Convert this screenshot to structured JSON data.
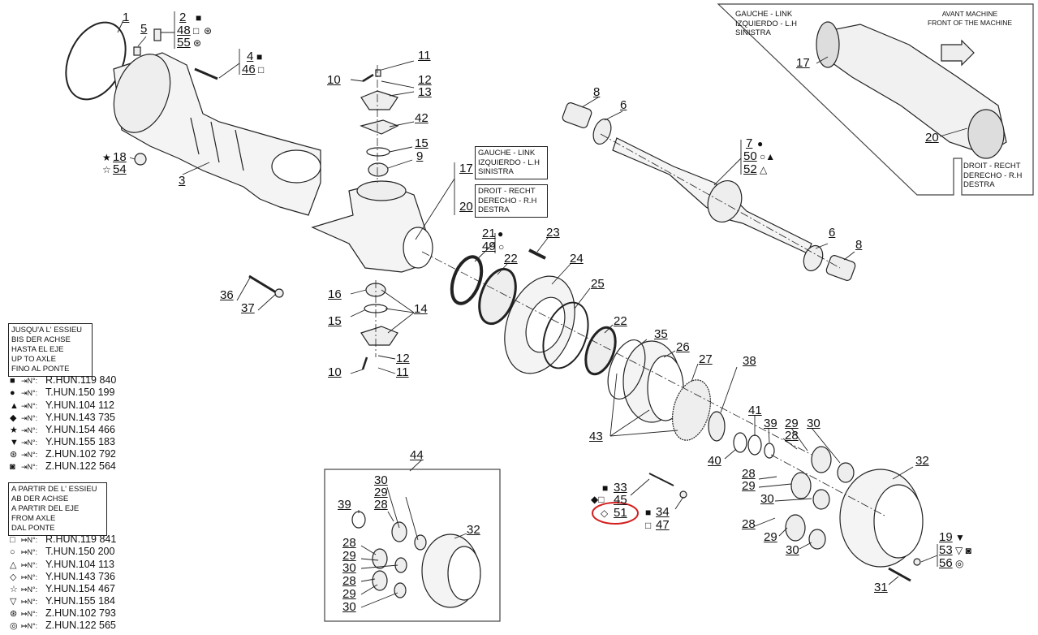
{
  "callouts": {
    "n1": "1",
    "n2": "2",
    "n48": "48",
    "n55": "55",
    "n5": "5",
    "n4": "4",
    "n46": "46",
    "n18": "18",
    "n54": "54",
    "n3": "3",
    "n11a": "11",
    "n10a": "10",
    "n12a": "12",
    "n13": "13",
    "n42": "42",
    "n15a": "15",
    "n9": "9",
    "n17a": "17",
    "n20a": "20",
    "n16": "16",
    "n15b": "15",
    "n14": "14",
    "n12b": "12",
    "n10b": "10",
    "n11b": "11",
    "n36": "36",
    "n37": "37",
    "n8a": "8",
    "n6a": "6",
    "n7": "7",
    "n50": "50",
    "n52": "52",
    "n6b": "6",
    "n8b": "8",
    "n17b": "17",
    "n20b": "20",
    "n21": "21",
    "n49": "49",
    "n23": "23",
    "n22a": "22",
    "n24": "24",
    "n25": "25",
    "n22b": "22",
    "n35": "35",
    "n26": "26",
    "n27": "27",
    "n38": "38",
    "n43": "43",
    "n41": "41",
    "n39a": "39",
    "n29a": "29",
    "n28a": "28",
    "n30a": "30",
    "n40": "40",
    "n28b": "28",
    "n29b": "29",
    "n30b": "30",
    "n28c": "28",
    "n29c": "29",
    "n30c": "30",
    "n32a": "32",
    "n33": "33",
    "n45": "45",
    "n51": "51",
    "n34": "34",
    "n47": "47",
    "n19": "19",
    "n53": "53",
    "n56": "56",
    "n31": "31",
    "n44": "44",
    "i30a": "30",
    "i29a": "29",
    "i28a": "28",
    "i39": "39",
    "i28b": "28",
    "i29b": "29",
    "i30b": "30",
    "i28c": "28",
    "i29c": "29",
    "i30c": "30",
    "i32": "32"
  },
  "symbols": {
    "s2": "■",
    "s48": "□",
    "s55": "⊛",
    "s4": "■",
    "s46": "□",
    "s18": "★",
    "s54": "☆",
    "s7": "●",
    "s50": "○▲",
    "s52": "△",
    "s21": "●",
    "s49": "○",
    "s33": "■",
    "s45": "◆□",
    "s51": "◇",
    "s34": "■",
    "s47": "□",
    "s19": "▼",
    "s53": "▽ ◙",
    "s56": "◎"
  },
  "side_boxes": {
    "left": [
      "GAUCHE - LINK",
      "IZQUIERDO - L.H",
      "SINISTRA"
    ],
    "right": [
      "DROIT - RECHT",
      "DERECHO - R.H",
      "DESTRA"
    ]
  },
  "inset": {
    "left_box": [
      "GAUCHE - LINK",
      "IZQUIERDO - L.H",
      "SINISTRA"
    ],
    "right_box": [
      "DROIT - RECHT",
      "DERECHO - R.H",
      "DESTRA"
    ],
    "front_line1": "AVANT MACHINE",
    "front_line2": "FRONT OF THE MACHINE"
  },
  "legend_until": {
    "header": [
      "JUSQU'A L' ESSIEU",
      "BIS DER ACHSE",
      "HASTA EL EJE",
      "UP TO AXLE",
      "FINO AL PONTE"
    ],
    "arrow": "⇥N°:",
    "rows": [
      {
        "sym": "■",
        "code": "R.HUN.119 840"
      },
      {
        "sym": "●",
        "code": "T.HUN.150 199"
      },
      {
        "sym": "▲",
        "code": "Y.HUN.104 112"
      },
      {
        "sym": "◆",
        "code": "Y.HUN.143 735"
      },
      {
        "sym": "★",
        "code": "Y.HUN.154 466"
      },
      {
        "sym": "▼",
        "code": "Y.HUN.155 183"
      },
      {
        "sym": "⊛",
        "code": "Z.HUN.102 792"
      },
      {
        "sym": "◙",
        "code": "Z.HUN.122 564"
      }
    ]
  },
  "legend_from": {
    "header": [
      "A PARTIR DE L' ESSIEU",
      "AB DER ACHSE",
      "A PARTIR DEL EJE",
      "FROM AXLE",
      "DAL PONTE"
    ],
    "arrow": "↦N°:",
    "rows": [
      {
        "sym": "□",
        "code": "R.HUN.119 841"
      },
      {
        "sym": "○",
        "code": "T.HUN.150 200"
      },
      {
        "sym": "△",
        "code": "Y.HUN.104 113"
      },
      {
        "sym": "◇",
        "code": "Y.HUN.143 736"
      },
      {
        "sym": "☆",
        "code": "Y.HUN.154 467"
      },
      {
        "sym": "▽",
        "code": "Y.HUN.155 184"
      },
      {
        "sym": "⊛",
        "code": "Z.HUN.102 793"
      },
      {
        "sym": "◎",
        "code": "Z.HUN.122 565"
      }
    ]
  },
  "highlight_color": "#d42020"
}
